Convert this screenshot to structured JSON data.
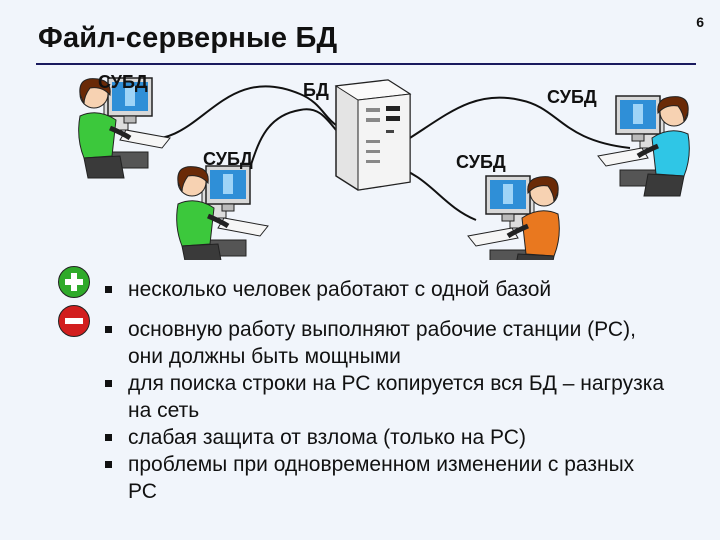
{
  "slide": {
    "number": "6",
    "title": "Файл-серверные БД"
  },
  "diagram": {
    "labels": {
      "dbms_top_left": "СУБД",
      "db": "БД",
      "dbms_top_right": "СУБД",
      "dbms_mid_left": "СУБД",
      "dbms_mid_right": "СУБД"
    },
    "colors": {
      "cable": "#111111",
      "server": "#f0f0f0",
      "monitor_screen": "#2f8fd7",
      "shirt_green": "#3cc83c",
      "shirt_cyan": "#2fc6e6",
      "shirt_orange": "#e9781f",
      "hair": "#6a2a07"
    }
  },
  "pros": {
    "icon": "plus-icon",
    "items": [
      "несколько человек работают с одной базой"
    ]
  },
  "cons": {
    "icon": "minus-icon",
    "items": [
      "основную работу выполняют рабочие станции (РС), они должны быть мощными",
      "для поиска строки на РС копируется вся БД – нагрузка на сеть",
      "слабая защита от взлома (только на РС)",
      "проблемы при одновременном изменении с разных РС"
    ]
  }
}
